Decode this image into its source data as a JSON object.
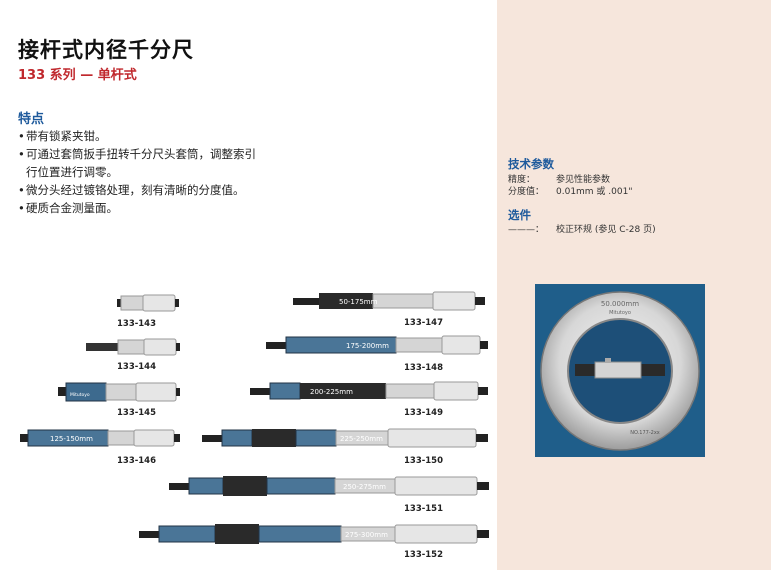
{
  "title": "接杆式内径千分尺",
  "subtitle": "133 系列 — 单杆式",
  "features": {
    "heading": "特点",
    "items": [
      "带有锁紧夹钳。",
      "可通过套筒扳手扭转千分尺头套筒，调整索引行位置进行调零。",
      "微分头经过镀铬处理，刻有清晰的分度值。",
      "硬质合金测量面。"
    ]
  },
  "specs": {
    "heading": "技术参数",
    "rows": [
      {
        "label": "精度：",
        "value": "参见性能参数"
      },
      {
        "label": "分度值：",
        "value": "0.01mm 或 .001\""
      }
    ]
  },
  "options": {
    "heading": "选件",
    "rows": [
      {
        "label": "———：",
        "value": "校正环规 (参见 C-28 页)"
      }
    ]
  },
  "ring_photo": {
    "ring_label": "50.000mm",
    "ring_brand": "Mitutoyo",
    "ring_code": "NO.177-2xx"
  },
  "products": [
    {
      "code": "133-143"
    },
    {
      "code": "133-144"
    },
    {
      "code": "133-145",
      "range": "",
      "brand": "Mitutoyo"
    },
    {
      "code": "133-146",
      "range": "125-150mm"
    },
    {
      "code": "133-147",
      "range": "50-175mm"
    },
    {
      "code": "133-148",
      "range": "175-200mm"
    },
    {
      "code": "133-149",
      "range": "200-225mm"
    },
    {
      "code": "133-150",
      "range": "225-250mm"
    },
    {
      "code": "133-151",
      "range": "250-275mm"
    },
    {
      "code": "133-152",
      "range": "275-300mm"
    }
  ],
  "colors": {
    "title": "#111111",
    "subtitle": "#c0282d",
    "heading_blue": "#1e5a9c",
    "panel_bg": "#f6e6dc"
  }
}
